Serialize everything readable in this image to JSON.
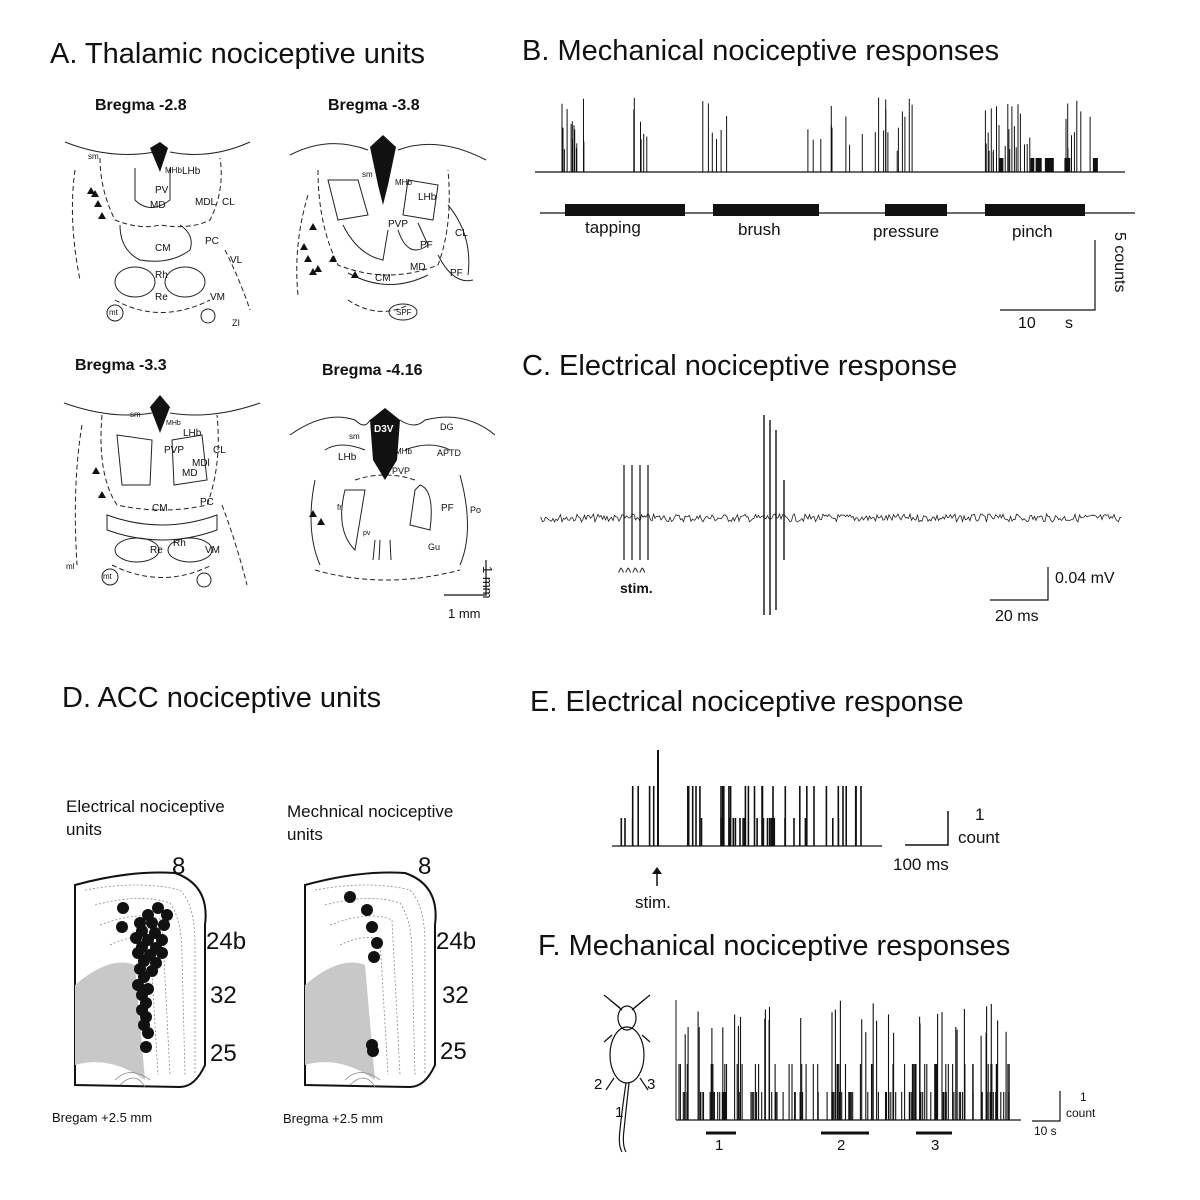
{
  "panels": {
    "A": {
      "title": "A. Thalamic nociceptive units",
      "sections": [
        "Bregma -2.8",
        "Bregma -3.8",
        "Bregma -3.3",
        "Bregma -4.16"
      ],
      "atlas_labels": {
        "s1": [
          "sm",
          "MHb",
          "LHb",
          "PV",
          "MD",
          "MDL",
          "CL",
          "PC",
          "VL",
          "CM",
          "Rh",
          "Re",
          "VM",
          "mt",
          "ZI"
        ],
        "s2": [
          "sm",
          "MHb",
          "LHb",
          "PVP",
          "PF",
          "CL",
          "MD",
          "CM",
          "PF",
          "SPF"
        ],
        "s3": [
          "sm",
          "MHb",
          "LHb",
          "PVP",
          "MDl",
          "CL",
          "MD",
          "PC",
          "CM",
          "Rh",
          "Re",
          "VM",
          "mt",
          "ml"
        ],
        "s4": [
          "D3V",
          "sm",
          "DG",
          "LHb",
          "MHb",
          "APTD",
          "PVP",
          "PF",
          "Po",
          "fr",
          "pv",
          "Gu"
        ]
      },
      "scalebar_v": "1 mm",
      "scalebar_h": "1 mm"
    },
    "B": {
      "title": "B. Mechanical nociceptive responses",
      "stimuli": [
        "tapping",
        "brush",
        "pressure",
        "pinch"
      ],
      "scale_y": "5 counts",
      "scale_x_value": "10",
      "scale_x_unit": "s"
    },
    "C": {
      "title": "C. Electrical nociceptive response",
      "stim_marks": "^^^^",
      "stim_label": "stim.",
      "scale_v": "0.04 mV",
      "scale_h": "20 ms"
    },
    "D": {
      "title": "D. ACC nociceptive units",
      "left_caption_1": "Electrical nociceptive",
      "left_caption_2": "units",
      "right_caption_1": "Mechnical nociceptive",
      "right_caption_2": "units",
      "areas": [
        "8",
        "24b",
        "32",
        "25"
      ],
      "left_bregma": "Bregam +2.5 mm",
      "right_bregma": "Bregma  +2.5 mm"
    },
    "E": {
      "title": "E. Electrical nociceptive response",
      "scale_y_1": "1",
      "scale_y_2": "count",
      "scale_x": "100 ms",
      "stim_label": "stim."
    },
    "F": {
      "title": "F. Mechanical nociceptive responses",
      "marks": [
        "1",
        "2",
        "3"
      ],
      "rat_marks": [
        "2",
        "3",
        "1"
      ],
      "scale_y_1": "1",
      "scale_y_2": "count",
      "scale_x": "10 s"
    }
  },
  "colors": {
    "ink": "#111111",
    "region_fill": "#c8c8c8",
    "dotted": "#888888"
  }
}
